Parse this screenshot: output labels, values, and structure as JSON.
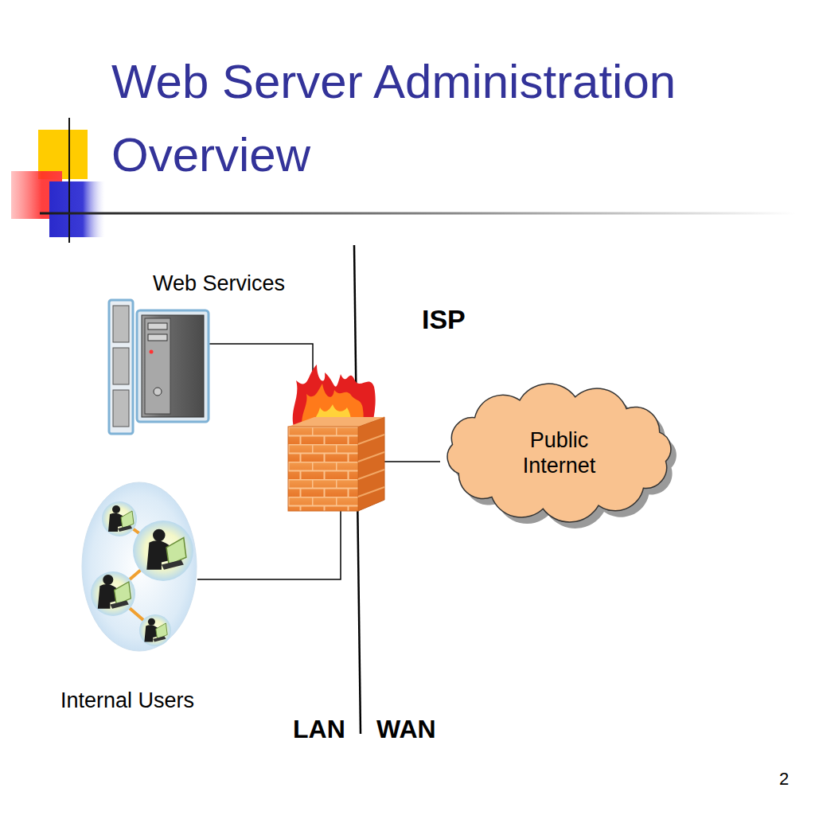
{
  "diagram": {
    "title": "Web Server Administration Overview",
    "nodes": [
      {
        "text": [
          "Web Services"
        ]
      },
      {
        "text": [
          "Public Internet"
        ]
      },
      {
        "text": [
          "Internal Users"
        ]
      }
    ],
    "labels": [
      "ISP",
      "LAN",
      "WAN",
      "2"
    ]
  }
}
